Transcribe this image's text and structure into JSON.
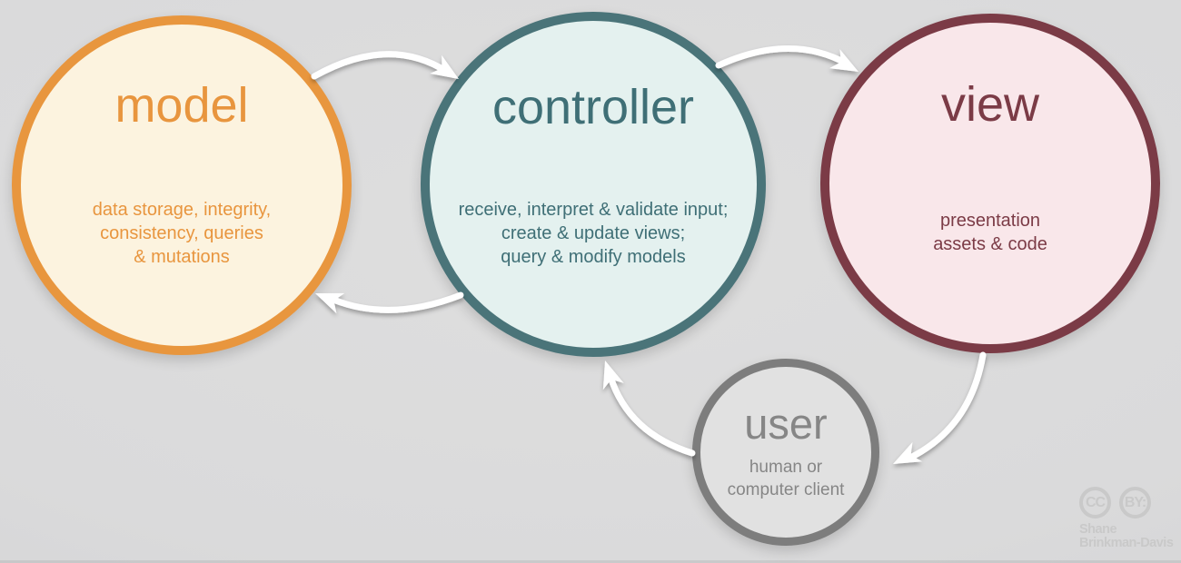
{
  "diagram": {
    "type": "mvc-architecture",
    "arrow_color": "#ffffff"
  },
  "nodes": {
    "model": {
      "title": "model",
      "description": "data storage, integrity,\nconsistency, queries\n& mutations",
      "border_color": "#e8963e",
      "fill_color": "#fcf3df",
      "text_color": "#e8953e"
    },
    "controller": {
      "title": "controller",
      "description": "receive, interpret & validate input;\ncreate & update views;\nquery & modify models",
      "border_color": "#4a7479",
      "fill_color": "#e4f1ef",
      "text_color": "#3f6f76"
    },
    "view": {
      "title": "view",
      "description": "presentation\nassets & code",
      "border_color": "#7b3b46",
      "fill_color": "#f9e7ea",
      "text_color": "#7b3b46"
    },
    "user": {
      "title": "user",
      "description": "human or\ncomputer client",
      "border_color": "#7d7d7d",
      "fill_color": "#e1e1e1",
      "text_color": "#868686"
    }
  },
  "edges": [
    {
      "from": "model",
      "to": "controller"
    },
    {
      "from": "controller",
      "to": "view"
    },
    {
      "from": "controller",
      "to": "model"
    },
    {
      "from": "view",
      "to": "user"
    },
    {
      "from": "user",
      "to": "controller"
    }
  ],
  "watermark": {
    "cc_label": "CC",
    "by_label": "BY:",
    "author_line1": "Shane",
    "author_line2": "Brinkman-Davis"
  }
}
